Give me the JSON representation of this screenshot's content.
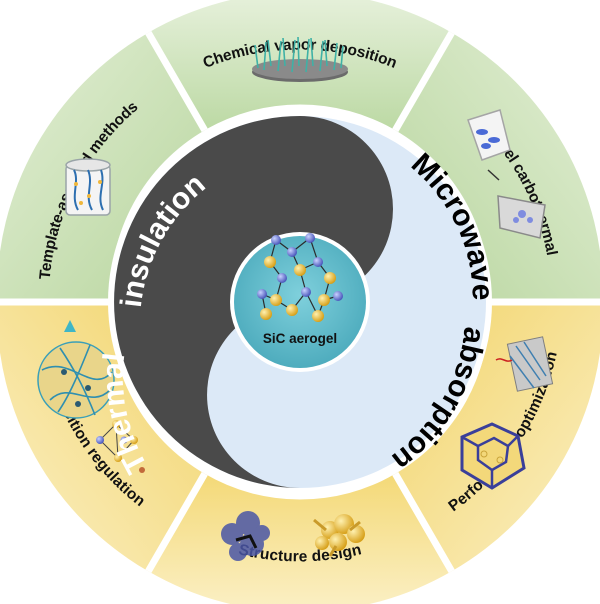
{
  "center": {
    "label": "SiC aerogel"
  },
  "inner": {
    "left_word_1": "Thermal",
    "left_word_2": "insulation",
    "right_word_1": "Microwave",
    "right_word_2": "absorption"
  },
  "segments": {
    "top": "Chemical vapor deposition",
    "upper_left": "Template-assisted methods",
    "upper_right": "Sol-gel carbothermal",
    "lower_left": "Composition regulation",
    "bottom": "Structure design",
    "lower_right": "Performance optimization"
  },
  "colors": {
    "ring_green": "#c9e1b4",
    "ring_yellow": "#f8e39a",
    "yin": "#4a4a4a",
    "yang": "#dce9f7",
    "center": "#5db8c8"
  },
  "icons": {
    "top": "cvd-nanowire-forest-icon",
    "upper_left": "template-beaker-icon",
    "upper_right": "sol-gel-crucible-icon",
    "lower_left": "fiber-network-and-crystal-icon",
    "bottom": "porous-aerogel-particles-icon",
    "lower_right": "honeycomb-structure-icon",
    "center": "sic-crystal-lattice-icon"
  }
}
